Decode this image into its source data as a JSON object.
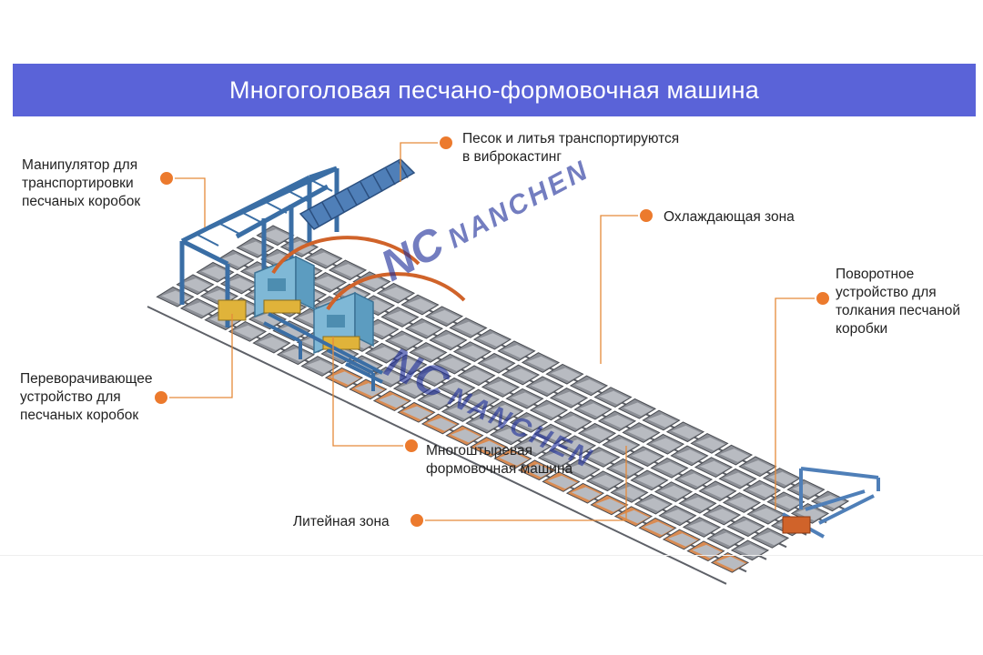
{
  "title": "Многоголовая песчано-формовочная машина",
  "colors": {
    "title_bg": "#5a63d8",
    "leader": "#e58a3a",
    "dot": "#ec7a2d",
    "frame": "#3a6ea5",
    "tray": "#8c8f96",
    "machine": "#7fb8d6",
    "watermark": "#1f2f9a"
  },
  "watermark": {
    "logo": "NC",
    "text": "NANCHEN"
  },
  "callouts": {
    "manipulator": "Манипулятор для\nтранспортировки\nпесчаных коробок",
    "sand": "Песок и литья транспортируются\nв виброкастинг",
    "cooling": "Охлаждающая зона",
    "rotary": "Поворотное\nустройство для\nтолкания песчаной\nкоробки",
    "flip": "Переворачивающее\nустройство для\nпесчаных коробок",
    "multi": "Многоштыревая\nформовочная машина",
    "casting": "Литейная зона"
  }
}
